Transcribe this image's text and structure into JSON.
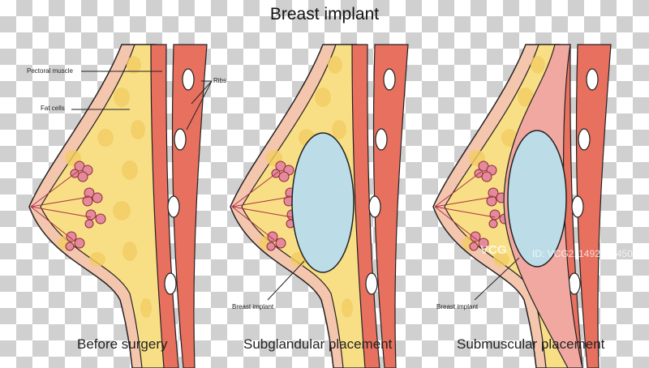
{
  "title": "Breast implant",
  "labels": {
    "pectoral_muscle": "Pectoral muscle",
    "fat_cells": "Fat cells",
    "ribs": "Ribs",
    "breast_implant": "Breast implant"
  },
  "captions": [
    "Before surgery",
    "Subglandular placement",
    "Submuscular placement"
  ],
  "watermark": {
    "logo": "VCG",
    "id": "ID: VCG211492331450"
  },
  "colors": {
    "skin": "#f5c6ae",
    "fat": "#f8df86",
    "muscle": "#e8705f",
    "gland": "#d9607a",
    "implant": "#bcdde8"
  }
}
